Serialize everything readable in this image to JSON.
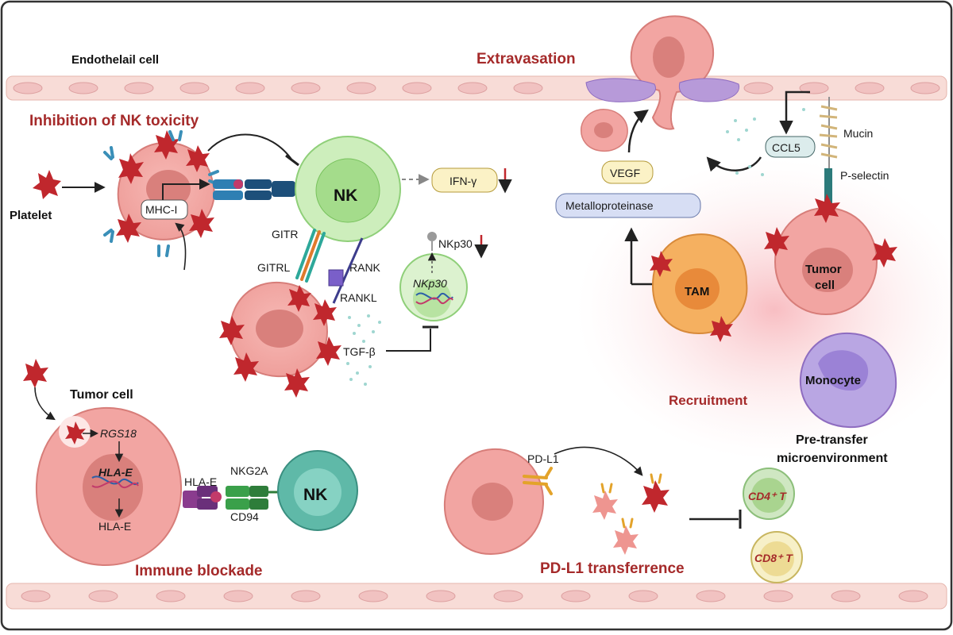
{
  "labels": {
    "endothelial": "Endothelail cell",
    "extravasation": "Extravasation",
    "inhibition_title": "Inhibition of NK toxicity",
    "platelet": "Platelet",
    "mhc": "MHC-I",
    "nk_top": "NK",
    "ifn": "IFN-γ",
    "gitr": "GITR",
    "gitrl": "GITRL",
    "rank": "RANK",
    "rankl": "RANKL",
    "nkp30_top": "NKp30",
    "nkp30_gene": "NKp30",
    "tgf": "TGF-β",
    "vegf": "VEGF",
    "metallo": "Metalloproteinase",
    "ccl5": "CCL5",
    "mucin": "Mucin",
    "pselectin": "P-selectin",
    "tam": "TAM",
    "tumor_right": "Tumor",
    "tumor_right2": "cell",
    "monocyte": "Monocyte",
    "recruitment": "Recruitment",
    "pretransfer1": "Pre-transfer",
    "pretransfer2": "microenvironment",
    "tumor_left": "Tumor cell",
    "rgs18": "RGS18",
    "hlae_gene": "HLA-E",
    "hlae_out": "HLA-E",
    "hlae_rec": "HLA-E",
    "nkg2a": "NKG2A",
    "cd94": "CD94",
    "nk_bottom": "NK",
    "immune_blockade": "Immune blockade",
    "pdl1": "PD-L1",
    "pdl1_transfer": "PD-L1 transferrence",
    "cd4": "CD4⁺ T",
    "cd8": "CD8⁺ T"
  },
  "colors": {
    "title_red": "#a52a2a",
    "tumor_pink": "#f2a5a2",
    "platelet_red": "#c0272d",
    "nk_green": "#cdeebc",
    "nk_teal": "#5fb9a8",
    "monocyte_purple": "#b9a6e3",
    "tam_orange": "#f5b060"
  }
}
